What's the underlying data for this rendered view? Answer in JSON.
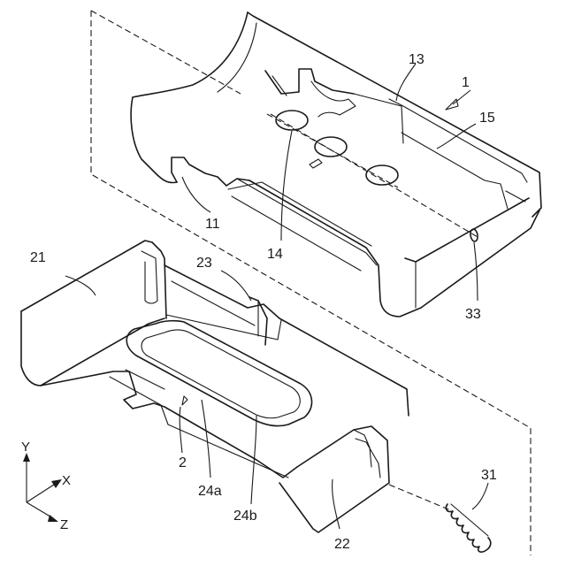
{
  "labels": {
    "l1": "1",
    "l2": "2",
    "l11": "11",
    "l13": "13",
    "l14": "14",
    "l15": "15",
    "l21": "21",
    "l22": "22",
    "l23": "23",
    "l24a": "24a",
    "l24b": "24b",
    "l31": "31",
    "l33": "33"
  },
  "axes": {
    "x": "X",
    "y": "Y",
    "z": "Z"
  }
}
